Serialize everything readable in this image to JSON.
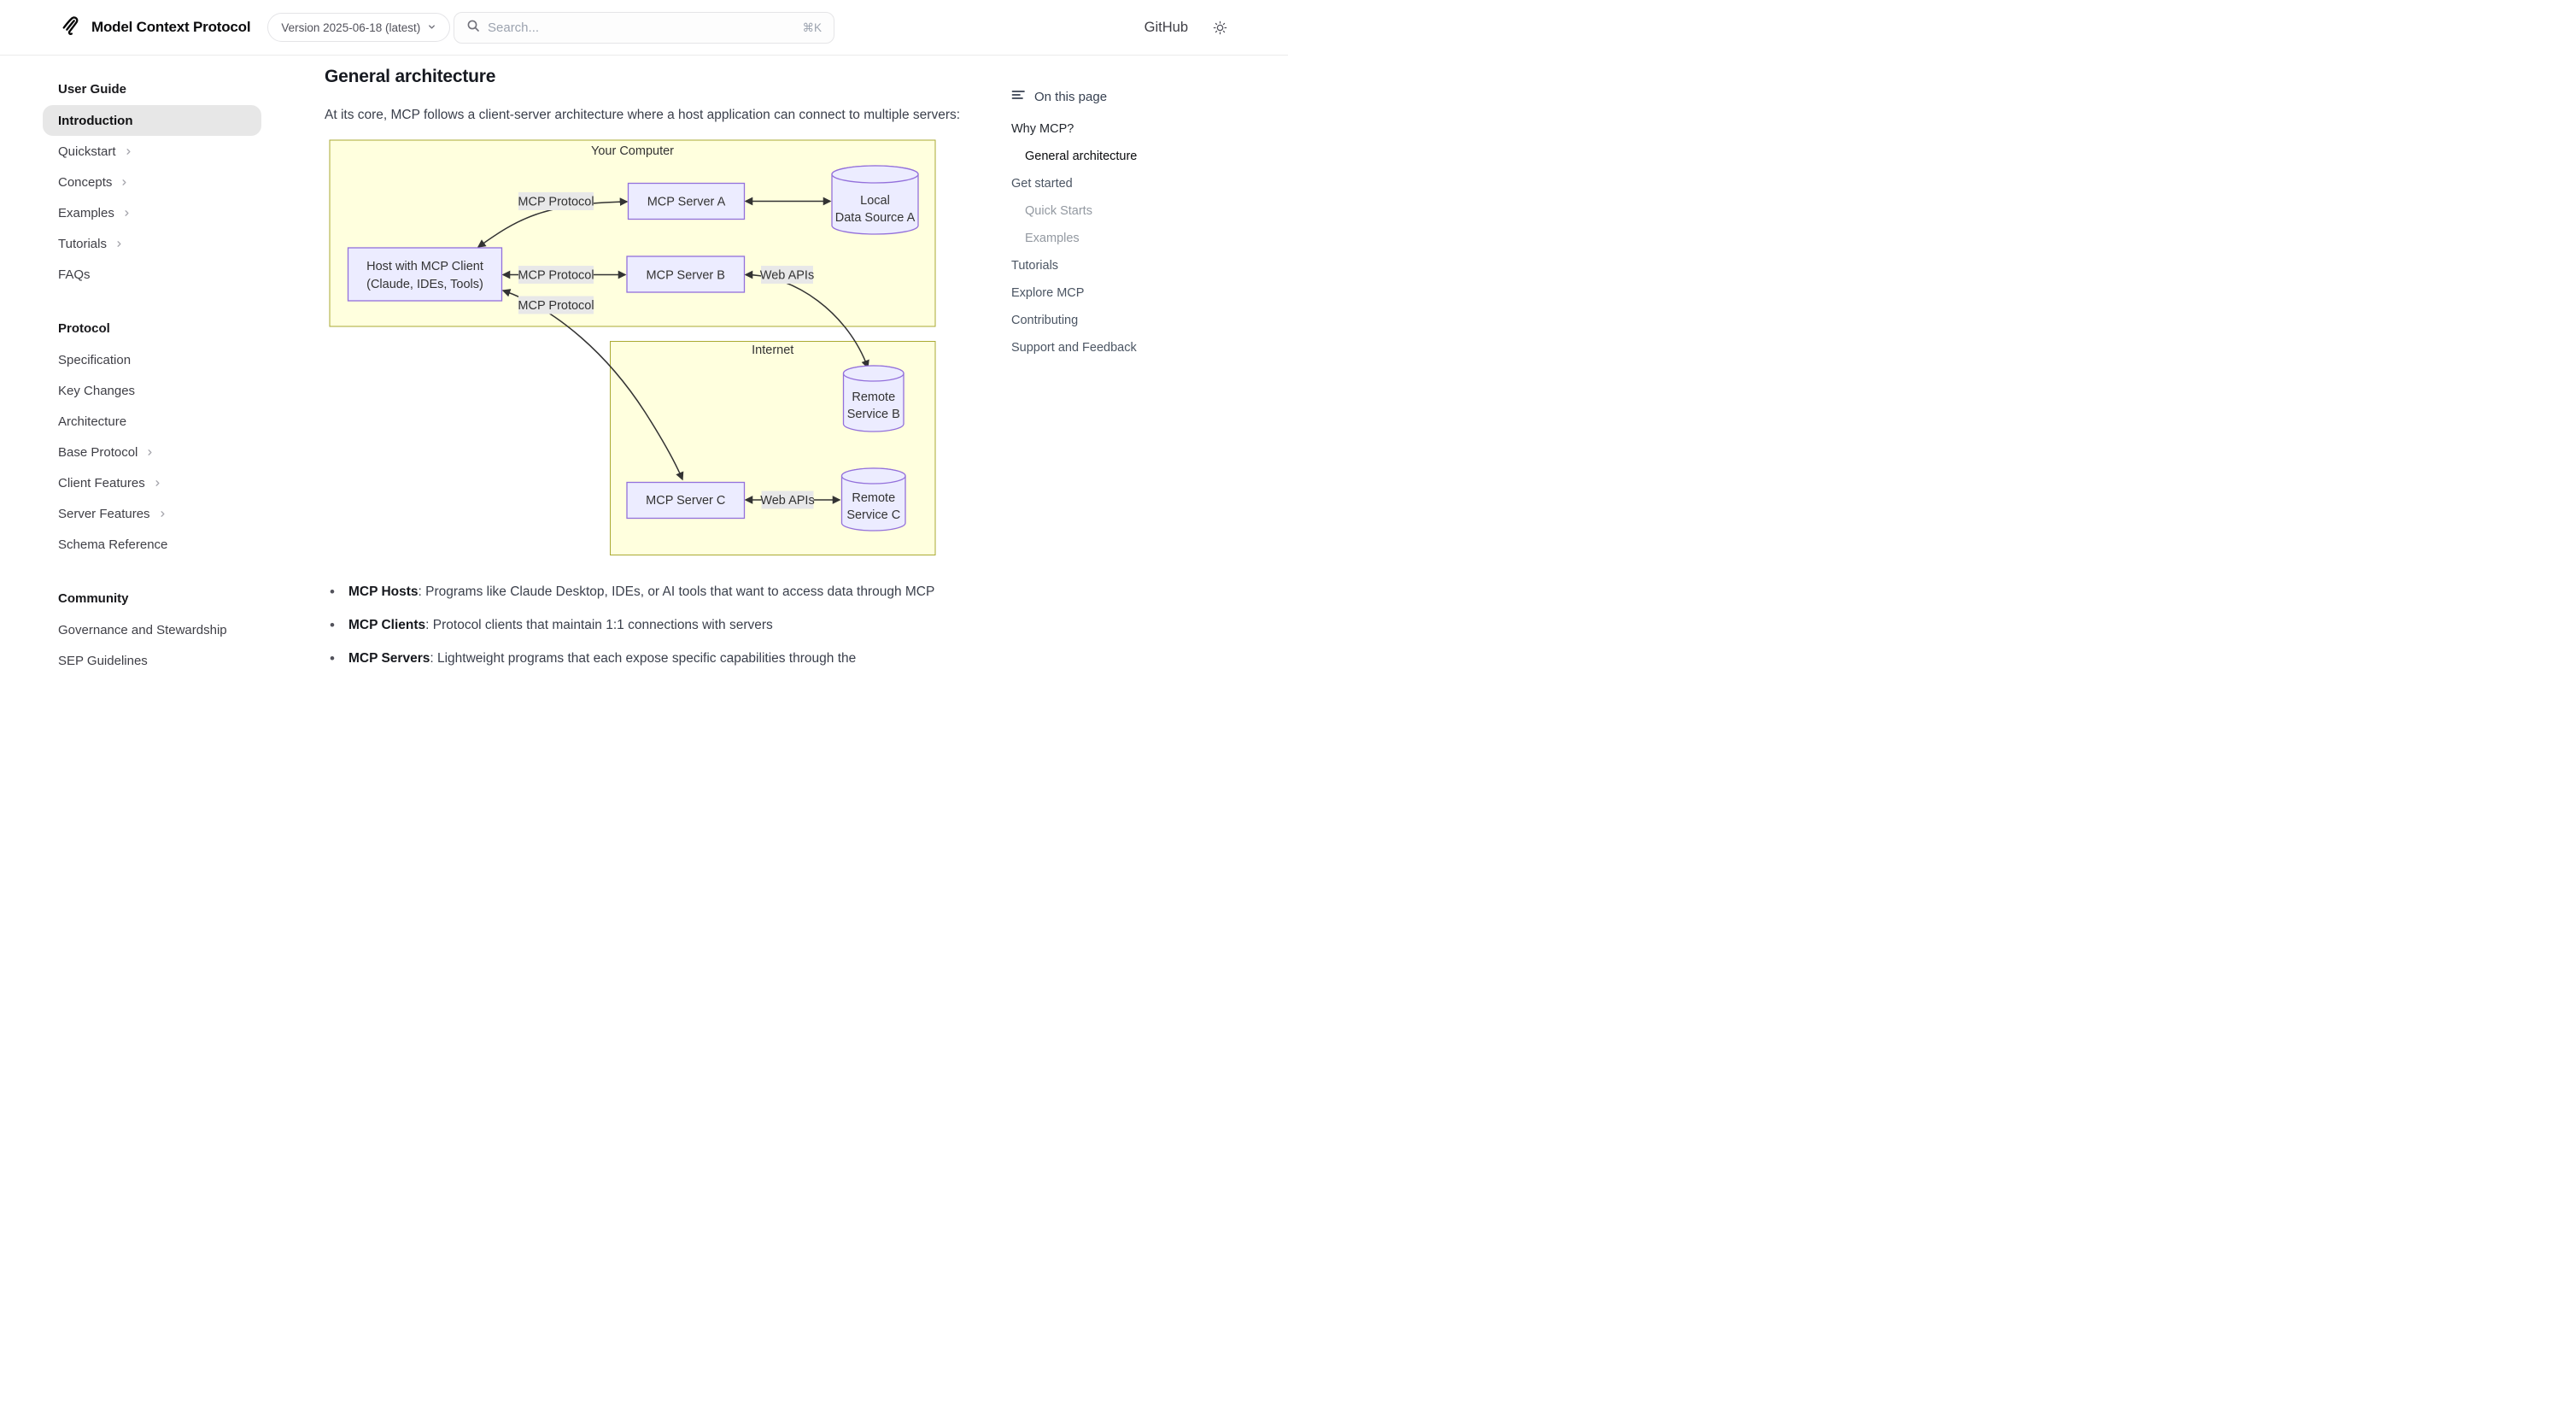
{
  "header": {
    "brand": "Model Context Protocol",
    "version_button": "Version 2025-06-18 (latest)",
    "search": {
      "placeholder": "Search...",
      "shortcut": "⌘K"
    },
    "github_label": "GitHub"
  },
  "sidebar": {
    "sections": [
      {
        "title": "User Guide",
        "items": [
          {
            "label": "Introduction",
            "active": true
          },
          {
            "label": "Quickstart",
            "chevron": true
          },
          {
            "label": "Concepts",
            "chevron": true
          },
          {
            "label": "Examples",
            "chevron": true
          },
          {
            "label": "Tutorials",
            "chevron": true
          },
          {
            "label": "FAQs"
          }
        ]
      },
      {
        "title": "Protocol",
        "items": [
          {
            "label": "Specification"
          },
          {
            "label": "Key Changes"
          },
          {
            "label": "Architecture"
          },
          {
            "label": "Base Protocol",
            "chevron": true
          },
          {
            "label": "Client Features",
            "chevron": true
          },
          {
            "label": "Server Features",
            "chevron": true
          },
          {
            "label": "Schema Reference"
          }
        ]
      },
      {
        "title": "Community",
        "items": [
          {
            "label": "Governance and Stewardship"
          },
          {
            "label": "SEP Guidelines"
          }
        ]
      }
    ]
  },
  "content": {
    "heading": "General architecture",
    "intro": "At its core, MCP follows a client-server architecture where a host application can connect to multiple servers:",
    "bullets": [
      {
        "term": "MCP Hosts",
        "desc": ": Programs like Claude Desktop, IDEs, or AI tools that want to access data through MCP"
      },
      {
        "term": "MCP Clients",
        "desc": ": Protocol clients that maintain 1:1 connections with servers"
      },
      {
        "term": "MCP Servers",
        "desc": ": Lightweight programs that each expose specific capabilities through the"
      }
    ]
  },
  "diagram": {
    "clusters": [
      {
        "label": "Your Computer"
      },
      {
        "label": "Internet"
      }
    ],
    "nodes": {
      "host": {
        "line1": "Host with MCP Client",
        "line2": "(Claude, IDEs, Tools)"
      },
      "server_a": "MCP Server A",
      "server_b": "MCP Server B",
      "server_c": "MCP Server C",
      "local_a": {
        "line1": "Local",
        "line2": "Data Source A"
      },
      "remote_b": {
        "line1": "Remote",
        "line2": "Service B"
      },
      "remote_c": {
        "line1": "Remote",
        "line2": "Service C"
      }
    },
    "edge_labels": {
      "mcp1": "MCP Protocol",
      "mcp2": "MCP Protocol",
      "mcp3": "MCP Protocol",
      "web1": "Web APIs",
      "web2": "Web APIs"
    },
    "colors": {
      "cluster_fill": "#ffffde",
      "cluster_border": "#aaaa33",
      "node_fill": "#ececff",
      "node_border": "#9370db",
      "edge": "#333333",
      "edge_label_bg": "#e8e8e8",
      "active_item_bg": "#e7e7e7"
    }
  },
  "toc": {
    "title": "On this page",
    "items": [
      {
        "label": "Why MCP?",
        "level": 1,
        "state": "section"
      },
      {
        "label": "General architecture",
        "level": 2,
        "state": "active"
      },
      {
        "label": "Get started",
        "level": 1,
        "state": "normal"
      },
      {
        "label": "Quick Starts",
        "level": 2,
        "state": "muted"
      },
      {
        "label": "Examples",
        "level": 2,
        "state": "muted"
      },
      {
        "label": "Tutorials",
        "level": 1,
        "state": "normal"
      },
      {
        "label": "Explore MCP",
        "level": 1,
        "state": "normal"
      },
      {
        "label": "Contributing",
        "level": 1,
        "state": "normal"
      },
      {
        "label": "Support and Feedback",
        "level": 1,
        "state": "normal"
      }
    ]
  }
}
